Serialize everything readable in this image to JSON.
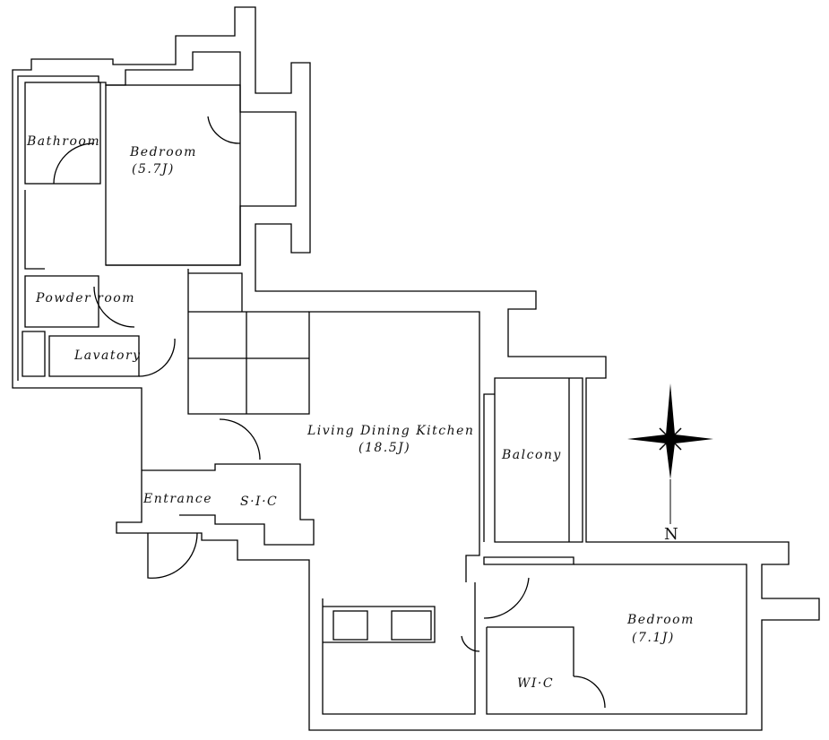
{
  "rooms": {
    "bathroom": "Bathroom",
    "bedroom1": "Bedroom",
    "bedroom1_size": "(5.7J)",
    "powder_room": "Powder room",
    "lavatory": "Lavatory",
    "ldk": "Living Dining Kitchen",
    "ldk_size": "(18.5J)",
    "balcony": "Balcony",
    "entrance": "Entrance",
    "sic": "S·I·C",
    "bedroom2": "Bedroom",
    "bedroom2_size": "(7.1J)",
    "wic": "WI·C"
  },
  "compass": {
    "north_label": "N"
  }
}
